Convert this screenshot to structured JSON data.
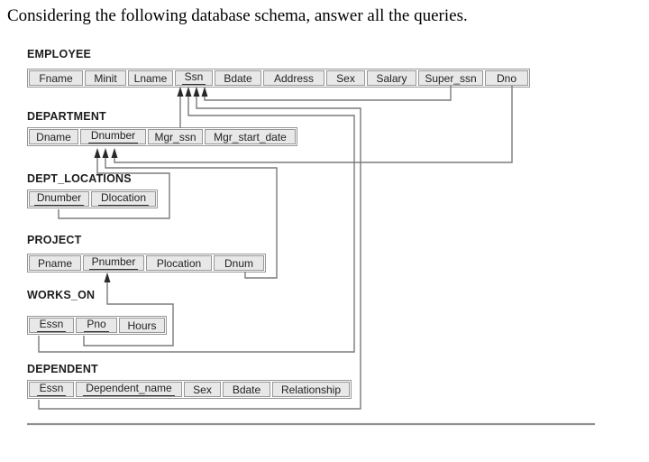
{
  "title": "Considering the following database schema, answer all the queries.",
  "schema": {
    "tables": [
      {
        "name": "EMPLOYEE",
        "columns": [
          {
            "label": "Fname",
            "key": false
          },
          {
            "label": "Minit",
            "key": false
          },
          {
            "label": "Lname",
            "key": false
          },
          {
            "label": "Ssn",
            "key": true
          },
          {
            "label": "Bdate",
            "key": false
          },
          {
            "label": "Address",
            "key": false
          },
          {
            "label": "Sex",
            "key": false
          },
          {
            "label": "Salary",
            "key": false
          },
          {
            "label": "Super_ssn",
            "key": false
          },
          {
            "label": "Dno",
            "key": false
          }
        ]
      },
      {
        "name": "DEPARTMENT",
        "columns": [
          {
            "label": "Dname",
            "key": false
          },
          {
            "label": "Dnumber",
            "key": true
          },
          {
            "label": "Mgr_ssn",
            "key": false
          },
          {
            "label": "Mgr_start_date",
            "key": false
          }
        ]
      },
      {
        "name": "DEPT_LOCATIONS",
        "columns": [
          {
            "label": "Dnumber",
            "key": true
          },
          {
            "label": "Dlocation",
            "key": true
          }
        ]
      },
      {
        "name": "PROJECT",
        "columns": [
          {
            "label": "Pname",
            "key": false
          },
          {
            "label": "Pnumber",
            "key": true
          },
          {
            "label": "Plocation",
            "key": false
          },
          {
            "label": "Dnum",
            "key": false
          }
        ]
      },
      {
        "name": "WORKS_ON",
        "columns": [
          {
            "label": "Essn",
            "key": true
          },
          {
            "label": "Pno",
            "key": true
          },
          {
            "label": "Hours",
            "key": false
          }
        ]
      },
      {
        "name": "DEPENDENT",
        "columns": [
          {
            "label": "Essn",
            "key": true
          },
          {
            "label": "Dependent_name",
            "key": true
          },
          {
            "label": "Sex",
            "key": false
          },
          {
            "label": "Bdate",
            "key": false
          },
          {
            "label": "Relationship",
            "key": false
          }
        ]
      }
    ],
    "foreign_keys": [
      {
        "from": "DEPARTMENT.Mgr_ssn",
        "to": "EMPLOYEE.Ssn"
      },
      {
        "from": "WORKS_ON.Essn",
        "to": "EMPLOYEE.Ssn"
      },
      {
        "from": "DEPENDENT.Essn",
        "to": "EMPLOYEE.Ssn"
      },
      {
        "from": "EMPLOYEE.Super_ssn",
        "to": "EMPLOYEE.Ssn"
      },
      {
        "from": "DEPT_LOCATIONS.Dnumber",
        "to": "DEPARTMENT.Dnumber"
      },
      {
        "from": "PROJECT.Dnum",
        "to": "DEPARTMENT.Dnumber"
      },
      {
        "from": "EMPLOYEE.Dno",
        "to": "DEPARTMENT.Dnumber"
      },
      {
        "from": "WORKS_ON.Pno",
        "to": "PROJECT.Pnumber"
      }
    ]
  },
  "colors": {
    "cell_bg": "#e8e8e8",
    "cell_border": "#979797",
    "wire": "#7b7b7b",
    "arrowhead": "#2a2a2a"
  }
}
